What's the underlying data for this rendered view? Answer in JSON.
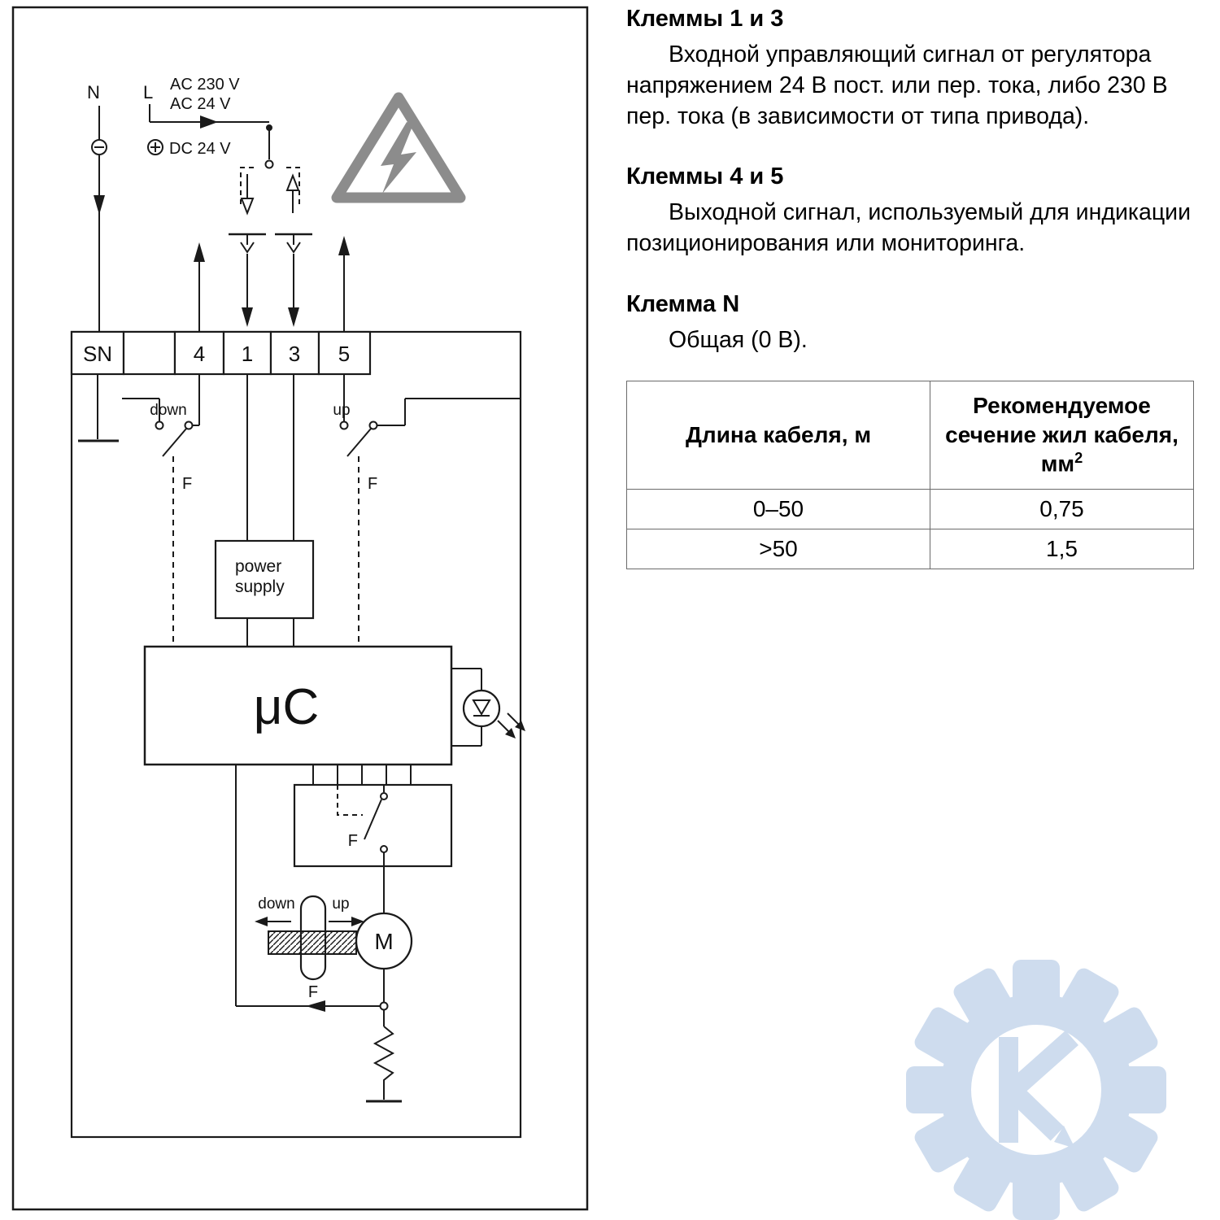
{
  "diagram": {
    "line_color": "#1a1a1a",
    "warning_color": "#8c8c8c",
    "labels": {
      "n": "N",
      "l": "L",
      "ac230": "AC 230 V",
      "ac24": "AC 24 V",
      "dc24": "DC 24 V"
    },
    "terminals": {
      "sn": "SN",
      "t4": "4",
      "t1": "1",
      "t3": "3",
      "t5": "5"
    },
    "limit_switches": {
      "down": "down",
      "up": "up",
      "f_left": "F",
      "f_right": "F"
    },
    "power_supply": {
      "line1": "power",
      "line2": "supply"
    },
    "mcu": "μC",
    "gear_switch_f": "F",
    "motor": {
      "m": "M",
      "down": "down",
      "up": "up",
      "f": "F"
    }
  },
  "article": {
    "sections": [
      {
        "heading": "Клеммы 1 и 3",
        "body": "Входной управляющий сигнал от регулятора напряжением 24 В пост. или пер. тока, либо 230 В пер. тока (в зависимости от типа привода)."
      },
      {
        "heading": "Клеммы 4 и 5",
        "body": "Выходной сигнал, используемый для индикации позиционирования или мониторинга."
      },
      {
        "heading": "Клемма N",
        "body": "Общая (0 В)."
      }
    ],
    "table": {
      "col1_header": "Длина кабеля, м",
      "col2_header_l1": "Рекомендуемое",
      "col2_header_l2": "сечение жил кабеля,",
      "col2_header_l3": "мм",
      "col2_header_sup": "2",
      "rows": [
        {
          "length": "0–50",
          "cross_section": "0,75"
        },
        {
          "length": ">50",
          "cross_section": "1,5"
        }
      ]
    }
  },
  "watermark": {
    "color": "#c6d7ec"
  }
}
